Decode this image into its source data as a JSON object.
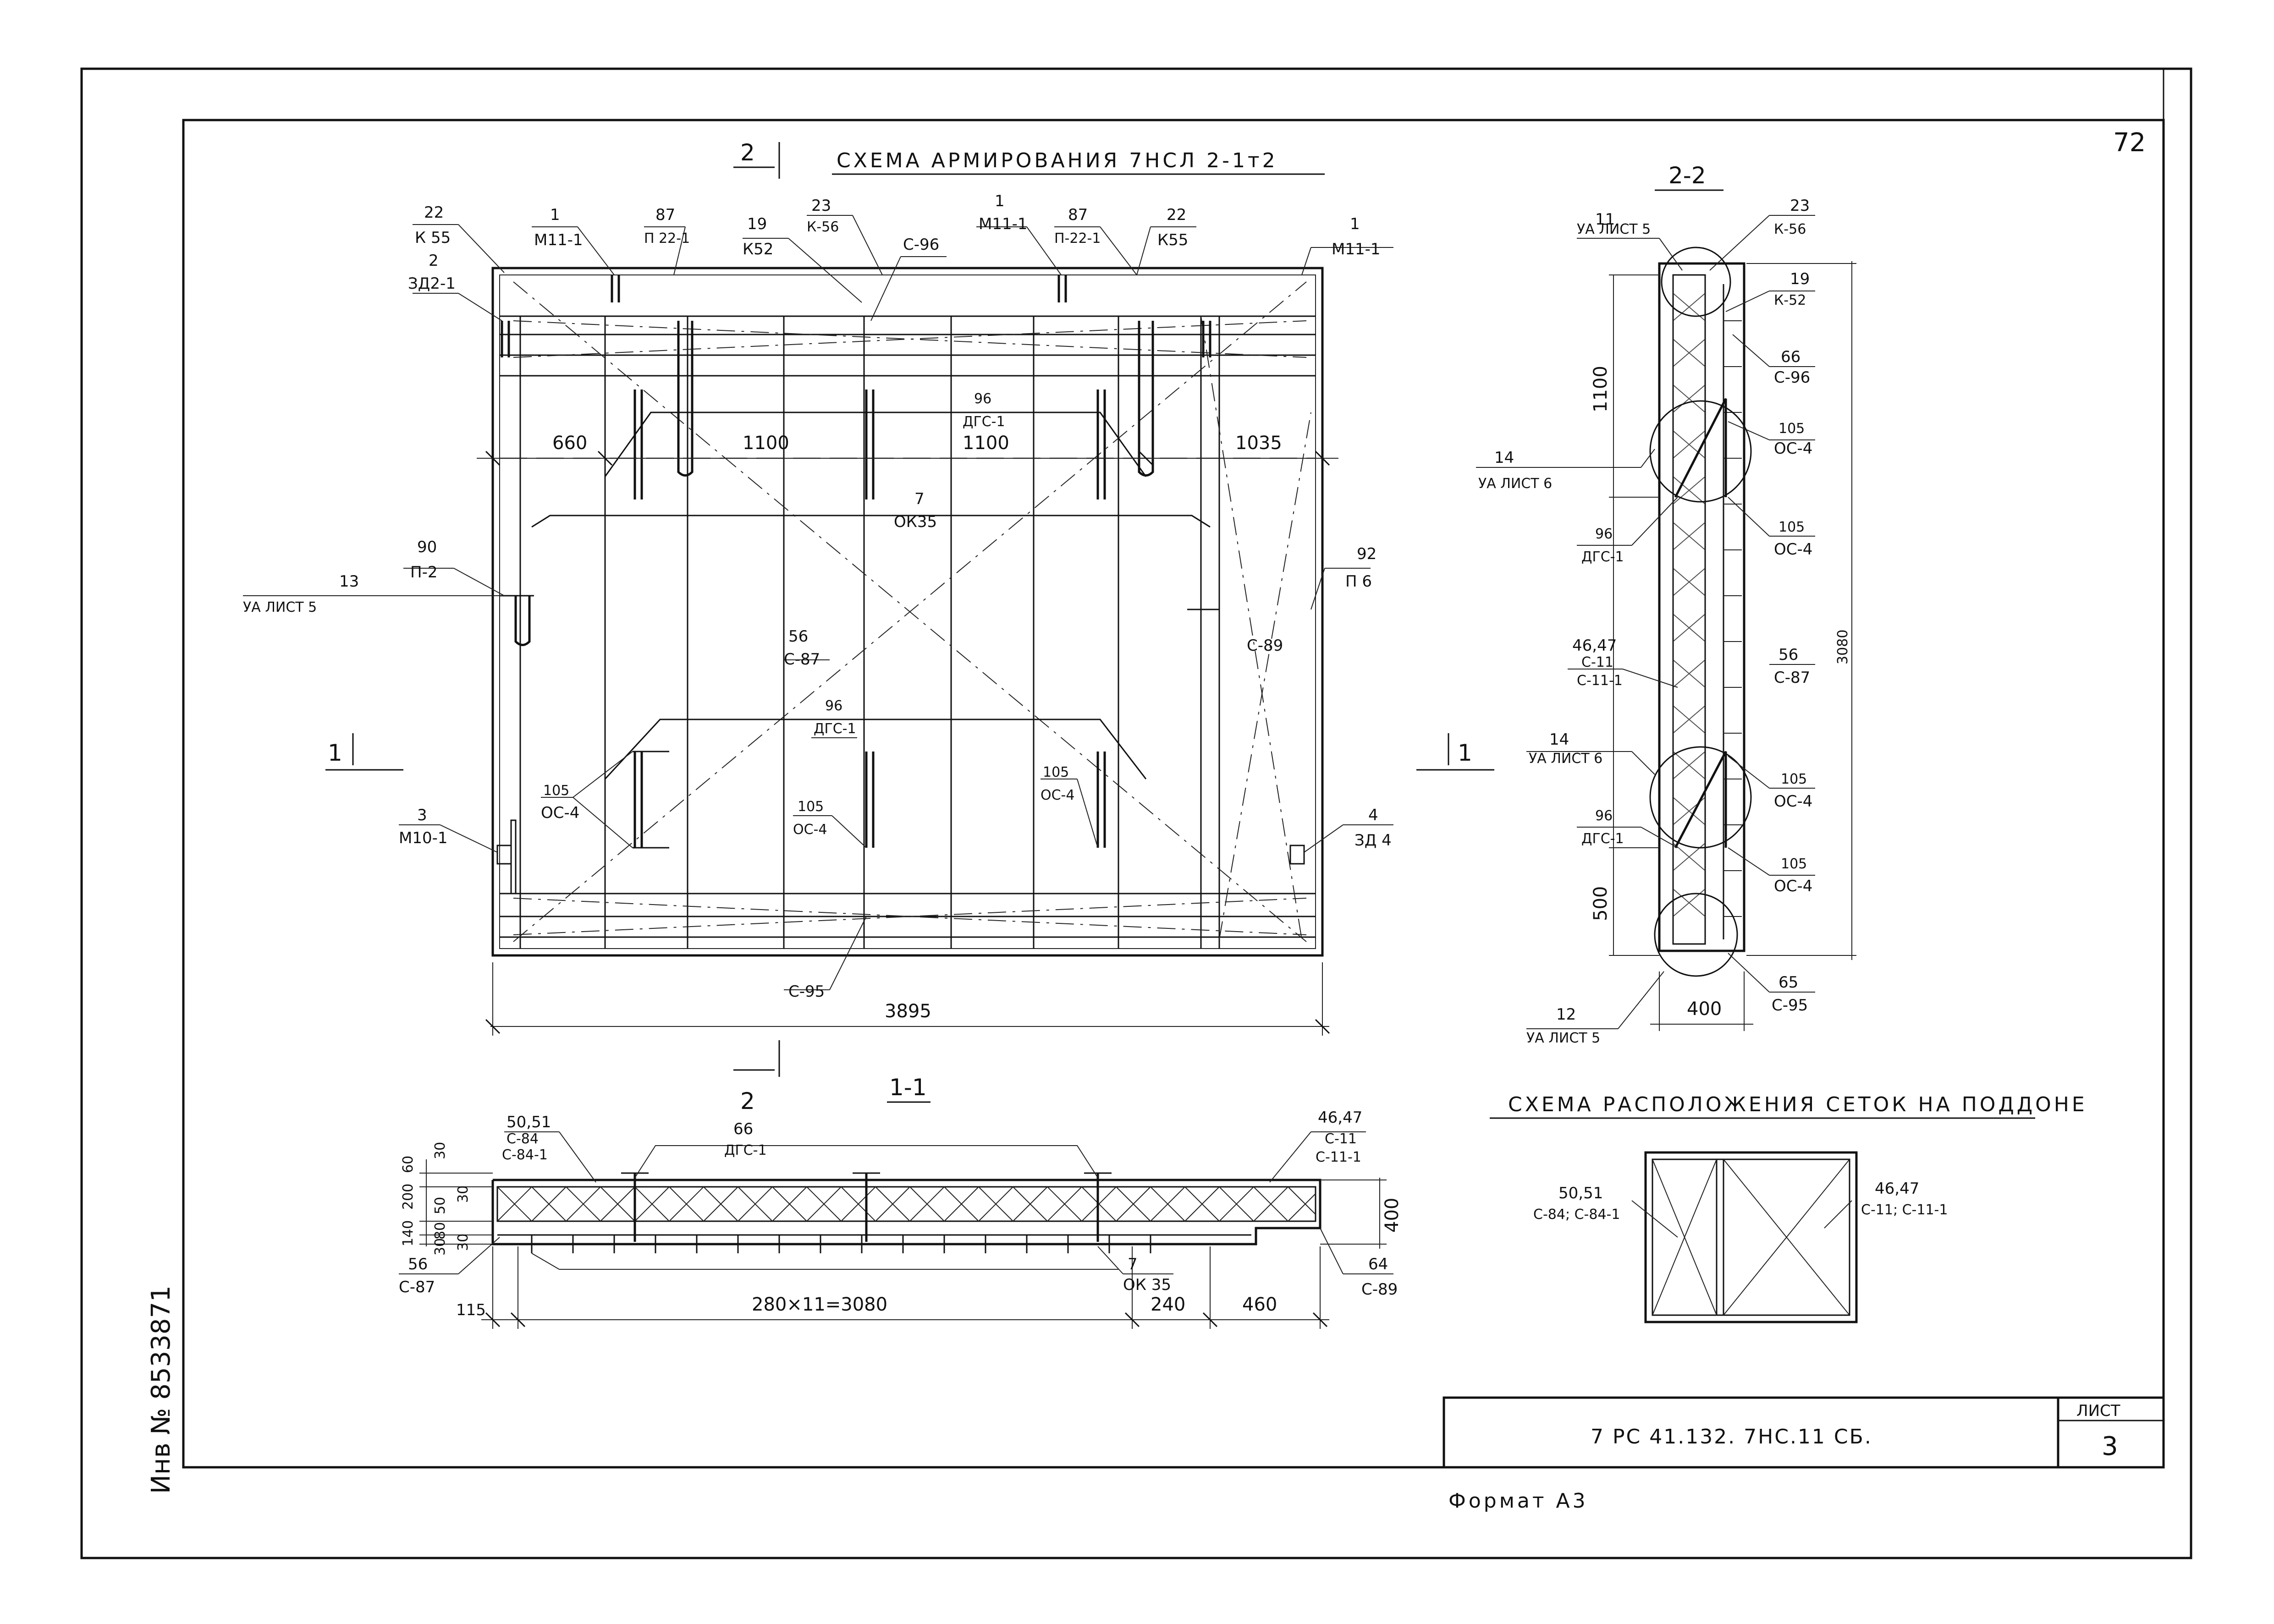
{
  "sheet_number": "72",
  "title": "СХЕМА АРМИРОВАНИЯ 7НСЛ 2-1т2",
  "section_marks": {
    "cut_2_top": "2",
    "cut_2_bottom": "2",
    "cut_1_left": "1",
    "cut_1_right": "1",
    "section_2_2": "2-2",
    "section_1_1": "1-1"
  },
  "elevation": {
    "labels": {
      "l22a_n": "22",
      "l22a_d": "К 55",
      "l2_n": "2",
      "l2_d": "ЗД2-1",
      "l1a_n": "1",
      "l1a_d": "М11-1",
      "l87a_n": "87",
      "l87a_d": "П 22-1",
      "l19_n": "19",
      "l19_d": "К52",
      "l23_n": "23",
      "l23_d": "К-56",
      "l96top": "С-96",
      "l1b_n": "1",
      "l1b_d": "М11-1",
      "l87b_n": "87",
      "l87b_d": "П-22-1",
      "l22b_n": "22",
      "l22b_d": "К55",
      "l1c_n": "1",
      "l1c_d": "М11-1",
      "l96a_n": "96",
      "l96a_d": "ДГС-1",
      "l7_n": "7",
      "l7_d": "ОК35",
      "l90_n": "90",
      "l90_d": "П-2",
      "l13_n": "13",
      "l13_d": "УА ЛИСТ 5",
      "l92_n": "92",
      "l92_d": "П 6",
      "l89": "С-89",
      "l56_n": "56",
      "l56_d": "С-87",
      "l96b_n": "96",
      "l96b_d": "ДГС-1",
      "l105a_n": "105",
      "l105a_d": "ОС-4",
      "l105b_n": "105",
      "l105b_d": "ОС-4",
      "l105c_n": "105",
      "l105c_d": "ОС-4",
      "l3_n": "3",
      "l3_d": "М10-1",
      "l4_n": "4",
      "l4_d": "ЗД 4",
      "l95": "С-95"
    },
    "dims": {
      "d660": "660",
      "d1100a": "1100",
      "d1100b": "1100",
      "d1035": "1035",
      "d3895": "3895"
    }
  },
  "section_2_2": {
    "labels": {
      "l11_n": "11",
      "l11_d": "УА ЛИСТ 5",
      "l23_n": "23",
      "l23_d": "К-56",
      "l19_n": "19",
      "l19_d": "К-52",
      "l66_n": "66",
      "l66_d": "С-96",
      "l105a_n": "105",
      "l105a_d": "ОС-4",
      "l14a_n": "14",
      "l14a_d": "УА ЛИСТ 6",
      "l96a_n": "96",
      "l96a_d": "ДГС-1",
      "l105b_n": "105",
      "l105b_d": "ОС-4",
      "l4647_n": "46,47",
      "l4647_d1": "С-11",
      "l4647_d2": "С-11-1",
      "l56_n": "56",
      "l56_d": "С-87",
      "l14b_n": "14",
      "l14b_d": "УА ЛИСТ 6",
      "l105c_n": "105",
      "l105c_d": "ОС-4",
      "l96b_n": "96",
      "l96b_d": "ДГС-1",
      "l105d_n": "105",
      "l105d_d": "ОС-4",
      "l65_n": "65",
      "l65_d": "С-95",
      "l12_n": "12",
      "l12_d": "УА ЛИСТ 5"
    },
    "dims": {
      "d1100": "1100",
      "d3080": "3080",
      "d500": "500",
      "d400": "400"
    }
  },
  "section_1_1": {
    "labels": {
      "l5051_n": "50,51",
      "l5051_d1": "С-84",
      "l5051_d2": "С-84-1",
      "l66_n": "66",
      "l66_d": "ДГС-1",
      "l4647_n": "46,47",
      "l4647_d1": "С-11",
      "l4647_d2": "С-11-1",
      "l56_n": "56",
      "l56_d": "С-87",
      "l7_n": "7",
      "l7_d": "ОК 35",
      "l64_n": "64",
      "l64_d": "С-89"
    },
    "dims": {
      "v60": "60",
      "v200": "200",
      "v30": "30",
      "v140": "140",
      "v50": "50",
      "v80": "80",
      "v30b": "30",
      "v30c": "30",
      "v30d": "30",
      "d400": "400",
      "d115": "115",
      "d3080": "280×11=3080",
      "d240": "240",
      "d460": "460"
    }
  },
  "mesh_scheme": {
    "title": "СХЕМА РАСПОЛОЖЕНИЯ СЕТОК НА ПОДДОНЕ",
    "left_n": "50,51",
    "left_d": "С-84; С-84-1",
    "right_n": "46,47",
    "right_d": "С-11; С-11-1"
  },
  "stamp": {
    "code": "7 РС 41.132. 7НС.11 СБ.",
    "sheet_label": "ЛИСТ",
    "sheet_value": "3"
  },
  "format": "Формат А3",
  "inventory": "Инв № 8533871"
}
